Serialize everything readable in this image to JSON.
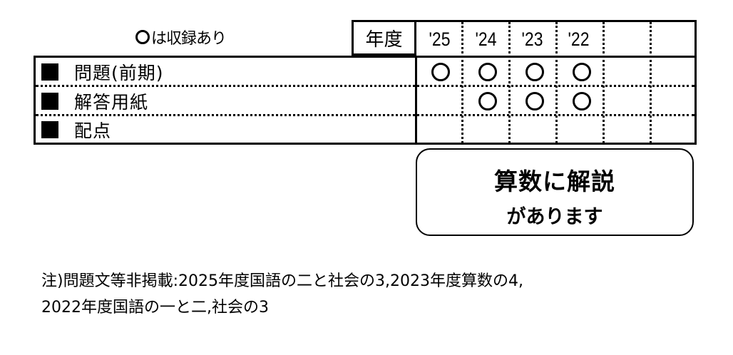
{
  "legend": {
    "symbol": "circle-icon",
    "text": "は収録あり"
  },
  "table": {
    "year_header": "年度",
    "years": [
      "'25",
      "'24",
      "'23",
      "'22",
      "",
      ""
    ],
    "rows": [
      {
        "label": "問題(前期)",
        "marks": [
          true,
          true,
          true,
          true,
          false,
          false
        ]
      },
      {
        "label": "解答用紙",
        "marks": [
          false,
          true,
          true,
          true,
          false,
          false
        ]
      },
      {
        "label": "配点",
        "marks": [
          false,
          false,
          false,
          false,
          false,
          false
        ]
      }
    ]
  },
  "notice_box": {
    "line1": "算数に解説",
    "line2": "があります"
  },
  "footnote": {
    "line1": "注)問題文等非掲載:2025年度国語の二と社会の3,2023年度算数の4,",
    "line2": "2022年度国語の一と二,社会の3"
  }
}
